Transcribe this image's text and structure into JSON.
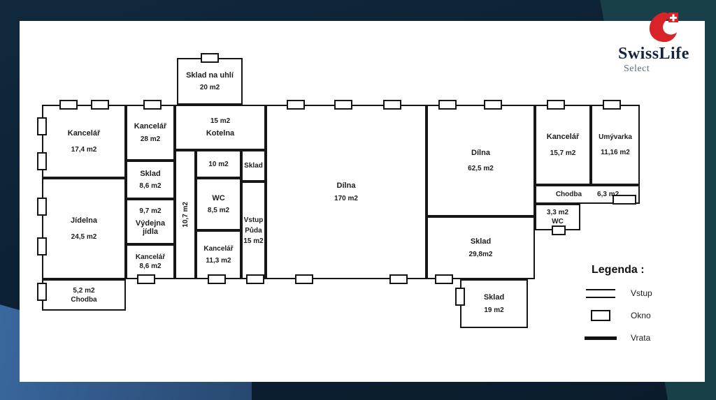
{
  "logo": {
    "brand": "SwissLife",
    "subbrand": "Select"
  },
  "rooms": {
    "skladNaUhli": {
      "name": "Sklad na uhlí",
      "area": "20 m2"
    },
    "kancelar174": {
      "name": "Kancelář",
      "area": "17,4 m2"
    },
    "kancelar28": {
      "name": "Kancelář",
      "area": "28 m2"
    },
    "kotelna": {
      "name": "Kotelna",
      "area": "15 m2"
    },
    "room10": {
      "area": "10 m2"
    },
    "skladMaly": {
      "name": "Sklad"
    },
    "chodba107": {
      "area": "10,7 m2"
    },
    "sklad86": {
      "name": "Sklad",
      "area": "8,6 m2"
    },
    "vydejna": {
      "name": "Výdejna jídla",
      "area": "9,7 m2"
    },
    "kancelar86": {
      "name": "Kancelář",
      "area": "8,6 m2"
    },
    "wc85": {
      "name": "WC",
      "area": "8,5 m2"
    },
    "kancelar113": {
      "name": "Kancelář",
      "area": "11,3 m2"
    },
    "vstupPuda": {
      "line1": "Vstup",
      "line2": "Půda",
      "area": "15 m2"
    },
    "dilna170": {
      "name": "Dílna",
      "area": "170 m2"
    },
    "dilna625": {
      "name": "Dílna",
      "area": "62,5 m2"
    },
    "sklad298": {
      "name": "Sklad",
      "area": "29,8m2"
    },
    "sklad19": {
      "name": "Sklad",
      "area": "19 m2"
    },
    "kancelar157": {
      "name": "Kancelář",
      "area": "15,7 m2"
    },
    "umyvarka": {
      "name": "Umývarka",
      "area": "11,16 m2"
    },
    "chodba63": {
      "name": "Chodba",
      "area": "6,3 m2"
    },
    "wc33": {
      "name": "WC",
      "area": "3,3 m2"
    },
    "jidelna": {
      "name": "Jídelna",
      "area": "24,5 m2"
    },
    "chodba52": {
      "name": "Chodba",
      "area": "5,2 m2"
    }
  },
  "legend": {
    "title": "Legenda :",
    "items": [
      {
        "label": "Vstup"
      },
      {
        "label": "Okno"
      },
      {
        "label": "Vrata"
      }
    ]
  }
}
